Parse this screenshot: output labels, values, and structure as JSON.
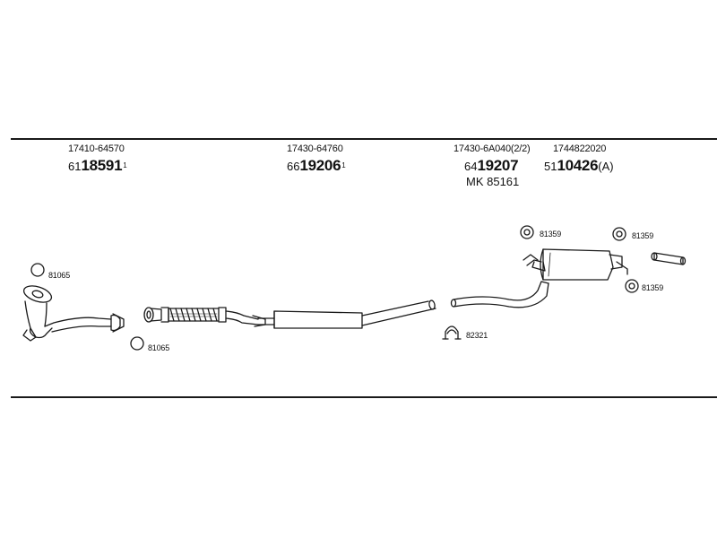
{
  "groups": [
    {
      "part_number": "17410-64570",
      "ref_prefix": "61",
      "ref_main": "18591",
      "ref_sup": "1",
      "ref_suffix": ""
    },
    {
      "part_number": "17430-64760",
      "ref_prefix": "66",
      "ref_main": "19206",
      "ref_sup": "1",
      "ref_suffix": ""
    },
    {
      "part_number": "17430-6A040(2/2)",
      "ref_prefix": "64",
      "ref_main": "19207",
      "ref_sup": "",
      "ref_suffix": "",
      "note": "MK  85161"
    },
    {
      "part_number": "1744822020",
      "ref_prefix": "51",
      "ref_main": "10426",
      "ref_sup": "",
      "ref_suffix": "(A)"
    }
  ],
  "hardware_labels": {
    "gasket_top": "81065",
    "gasket_bottom": "81065",
    "clamp": "82321",
    "rubber_1": "81359",
    "rubber_2": "81359",
    "rubber_3": "81359"
  }
}
